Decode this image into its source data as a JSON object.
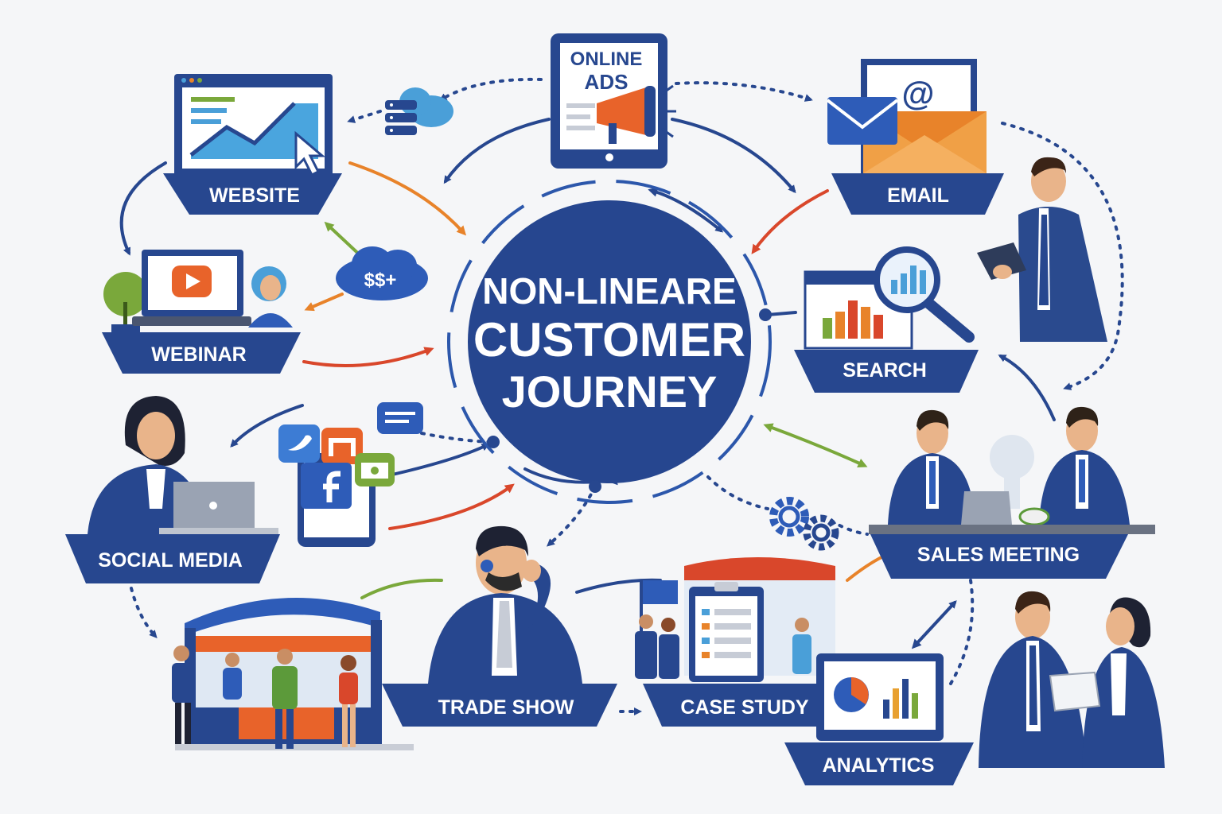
{
  "center": {
    "line1": "NON-LINEARE",
    "line2": "CUSTOMER",
    "line3": "JOURNEY"
  },
  "online_ads": {
    "line1": "ONLINE",
    "line2": "ADS"
  },
  "email_icon_text": "@",
  "nodes": {
    "website": "WEBSITE",
    "webinar": "WEBINAR",
    "social_media": "SOCIAL MEDIA",
    "trade_show": "TRADE SHOW",
    "case_study": "CASE STUDY",
    "analytics": "ANALYTICS",
    "sales_meeting": "SALES MEETING",
    "search": "SEARCH",
    "email": "EMAIL"
  },
  "cloud_symbols": "$$+",
  "colors": {
    "navy": "#27478f",
    "orange": "#e8832a",
    "red": "#d9472b",
    "green": "#7aa83b",
    "light_blue": "#4a9fd8"
  }
}
